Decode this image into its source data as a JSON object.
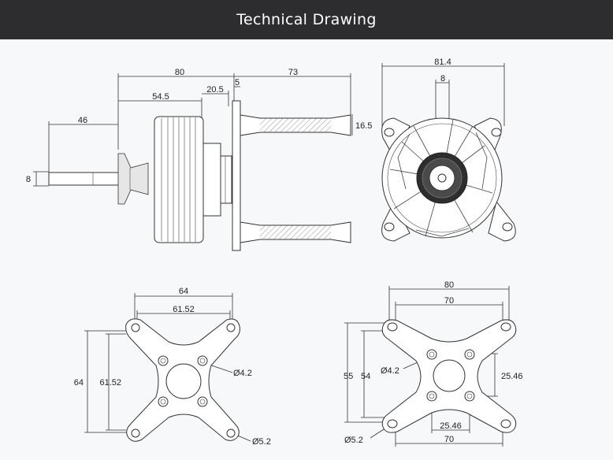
{
  "header": {
    "title": "Technical Drawing"
  },
  "side_view": {
    "d_total": "80",
    "d_right": "73",
    "d_shaft_len": "54.5",
    "d_mid": "20.5",
    "d_flange": "5",
    "d_shaft_ext": "46",
    "d_shaft_dia": "8",
    "d_standoff": "16.5"
  },
  "front_view": {
    "d_width": "81.4",
    "d_shaft": "8"
  },
  "mount_left": {
    "d_outer": "64",
    "d_inner": "61.52",
    "d_vert_outer": "64",
    "d_vert_inner": "61.52",
    "d_hole_small": "Ø4.2",
    "d_hole_large": "Ø5.2"
  },
  "mount_right": {
    "d_outer": "80",
    "d_inner": "70",
    "d_vert_outer": "55",
    "d_vert_inner": "54",
    "d_hole_small": "Ø4.2",
    "d_hole_side": "25.46",
    "d_hole_bottom": "25.46",
    "d_bottom": "70",
    "d_hole_large": "Ø5.2"
  }
}
